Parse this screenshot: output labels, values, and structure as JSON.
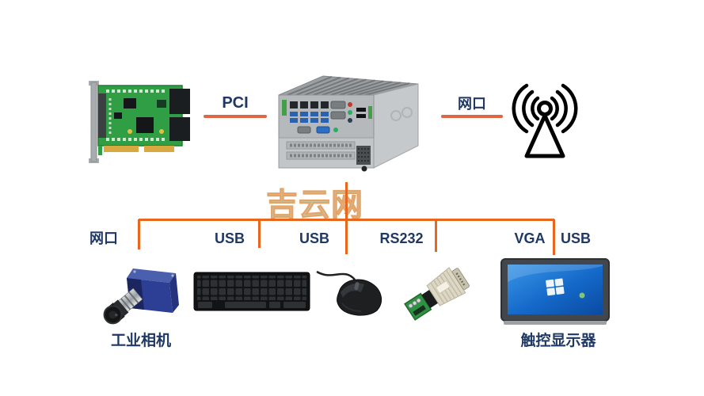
{
  "diagram": {
    "title_watermark": "吉云网",
    "top": {
      "pci_connection_label": "PCI",
      "lan_connection_label": "网口"
    },
    "bottom_connections": [
      {
        "label": "网口"
      },
      {
        "label": "USB"
      },
      {
        "label": "USB"
      },
      {
        "label": "RS232"
      },
      {
        "label": "VGA"
      },
      {
        "label": "USB"
      }
    ],
    "devices": {
      "camera_label": "工业相机",
      "display_label": "触控显示器"
    },
    "icons": {
      "pci_card": "pci-card-image",
      "industrial_computer": "industrial-computer-image",
      "antenna": "antenna-icon",
      "camera": "industrial-camera-image",
      "keyboard": "keyboard-image",
      "mouse": "mouse-image",
      "rs232_adapter": "rs232-adapter-image",
      "touch_display": "touch-display-image"
    },
    "colors": {
      "label_text": "#1f3864",
      "connector_line": "#e8671c",
      "label_underline": "#dd6742",
      "watermark_fill": "#bcc9ae",
      "watermark_stroke": "#e6a368",
      "background": "#ffffff"
    }
  }
}
